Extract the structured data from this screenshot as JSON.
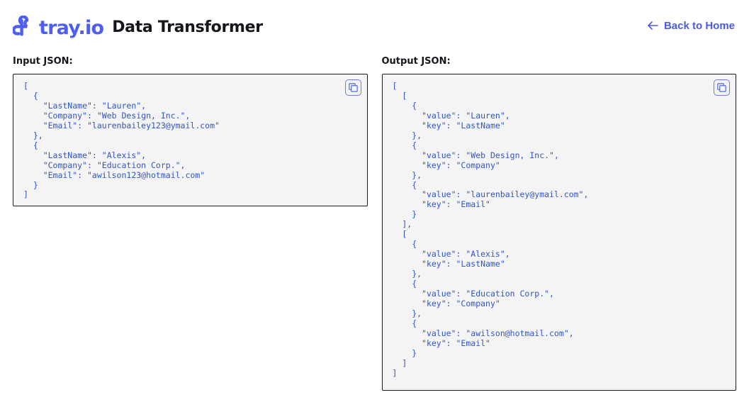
{
  "header": {
    "logo_mark_name": "tray-io-logo-mark",
    "logo_word": "tray.io",
    "app_title": "Data Transformer",
    "back_link_label": "Back to Home",
    "back_arrow_name": "left-arrow-icon",
    "brand_color": "#4d5ef0",
    "link_color": "#4a5ae8"
  },
  "panels": {
    "input": {
      "label": "Input JSON:",
      "copy_button_title": "copy-icon",
      "code": "[\n  {\n    \"LastName\": \"Lauren\",\n    \"Company\": \"Web Design, Inc.\",\n    \"Email\": \"laurenbailey123@ymail.com\"\n  },\n  {\n    \"LastName\": \"Alexis\",\n    \"Company\": \"Education Corp.\",\n    \"Email\": \"awilson123@hotmail.com\"\n  }\n]"
    },
    "output": {
      "label": "Output JSON:",
      "copy_button_title": "copy-icon",
      "code": "[\n  [\n    {\n      \"value\": \"Lauren\",\n      \"key\": \"LastName\"\n    },\n    {\n      \"value\": \"Web Design, Inc.\",\n      \"key\": \"Company\"\n    },\n    {\n      \"value\": \"laurenbailey@ymail.com\",\n      \"key\": \"Email\"\n    }\n  ],\n  [\n    {\n      \"value\": \"Alexis\",\n      \"key\": \"LastName\"\n    },\n    {\n      \"value\": \"Education Corp.\",\n      \"key\": \"Company\"\n    },\n    {\n      \"value\": \"awilson@hotmail.com\",\n      \"key\": \"Email\"\n    }\n  ]\n]"
    }
  },
  "theme": {
    "code_text_color": "#2f55c8",
    "code_background": "#f4f4f4",
    "code_border": "#1a1a1a",
    "page_background": "#ffffff"
  }
}
